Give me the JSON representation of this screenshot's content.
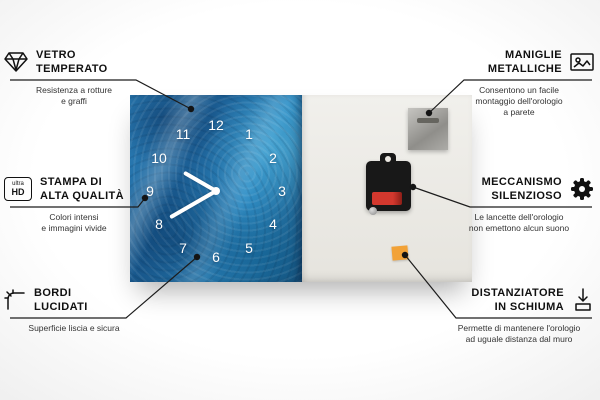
{
  "colors": {
    "connector": "#1c1c1c",
    "title": "#101010",
    "description": "#333333",
    "clock_blue": "#2176ae",
    "back_panel": "#ebe9e3",
    "foam_orange": "#f2a237",
    "battery_red": "#cf2b24",
    "hands_white": "#ffffff"
  },
  "callouts": {
    "left": [
      {
        "icon": "diamond-icon",
        "title_line1": "VETRO",
        "title_line2": "TEMPERATO",
        "description": "Resistenza a rotture\ne graffi"
      },
      {
        "icon": "ultra-hd-icon",
        "icon_label_top": "ultra",
        "icon_label_bottom": "HD",
        "title_line1": "STAMPA DI",
        "title_line2": "ALTA QUALITÀ",
        "description": "Colori intensi\ne immagini vivide"
      },
      {
        "icon": "polished-edge-icon",
        "title_line1": "BORDI",
        "title_line2": "LUCIDATI",
        "description": "Superficie liscia e sicura"
      }
    ],
    "right": [
      {
        "icon": "picture-frame-icon",
        "title_line1": "MANIGLIE",
        "title_line2": "METALLICHE",
        "description": "Consentono un facile\nmontaggio dell'orologio\na parete"
      },
      {
        "icon": "gear-icon",
        "title_line1": "MECCANISMO",
        "title_line2": "SILENZIOSO",
        "description": "Le lancette dell'orologio\nnon emettono alcun suono"
      },
      {
        "icon": "foam-spacer-icon",
        "title_line1": "DISTANZIATORE",
        "title_line2": "IN SCHIUMA",
        "description": "Permette di mantenere l'orologio\nad uguale distanza dal muro"
      }
    ]
  },
  "clock": {
    "numbers": [
      "12",
      "1",
      "2",
      "3",
      "4",
      "5",
      "6",
      "7",
      "8",
      "9",
      "10",
      "11"
    ],
    "hour_angle_deg": 300,
    "minute_angle_deg": 240
  }
}
